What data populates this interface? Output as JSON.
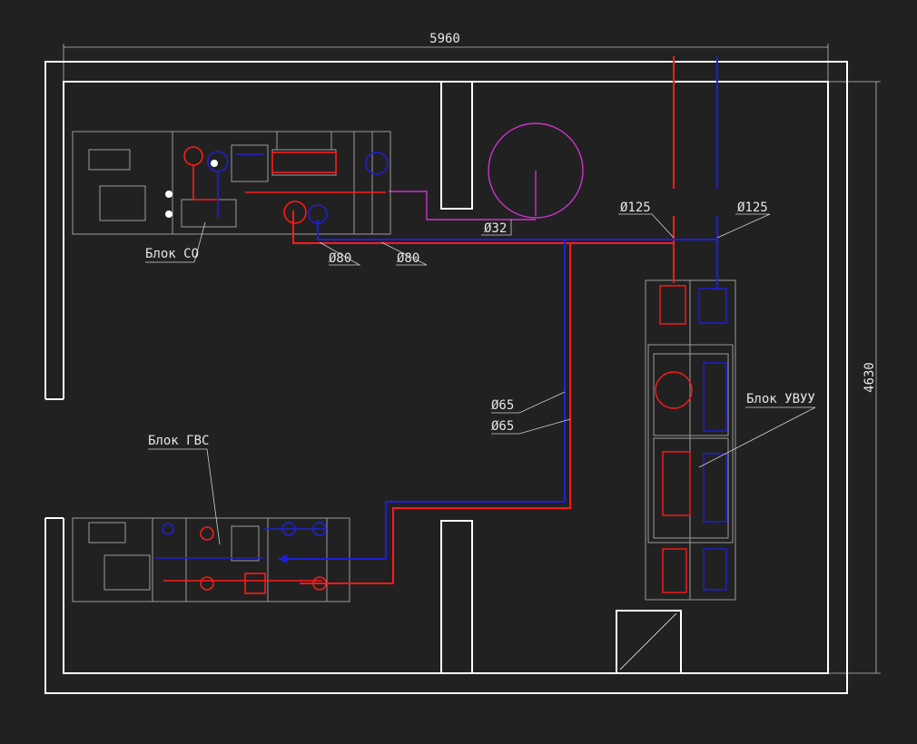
{
  "dimensions": {
    "width": "5960",
    "height": "4630"
  },
  "blocks": {
    "co": "Блок СО",
    "gvs": "Блок ГВС",
    "uvuu": "Блок УВУУ"
  },
  "pipes": {
    "d32": "Ø32",
    "d80_supply": "Ø80",
    "d80_return": "Ø80",
    "d125_supply": "Ø125",
    "d125_return": "Ø125",
    "d65_supply": "Ø65",
    "d65_return": "Ø65"
  },
  "colors": {
    "background": "#212121",
    "walls": "#ffffff",
    "supply": "#ff1a1a",
    "return": "#1f1fd6",
    "drain": "#cc33cc",
    "equipment": "#9a9a9a"
  }
}
